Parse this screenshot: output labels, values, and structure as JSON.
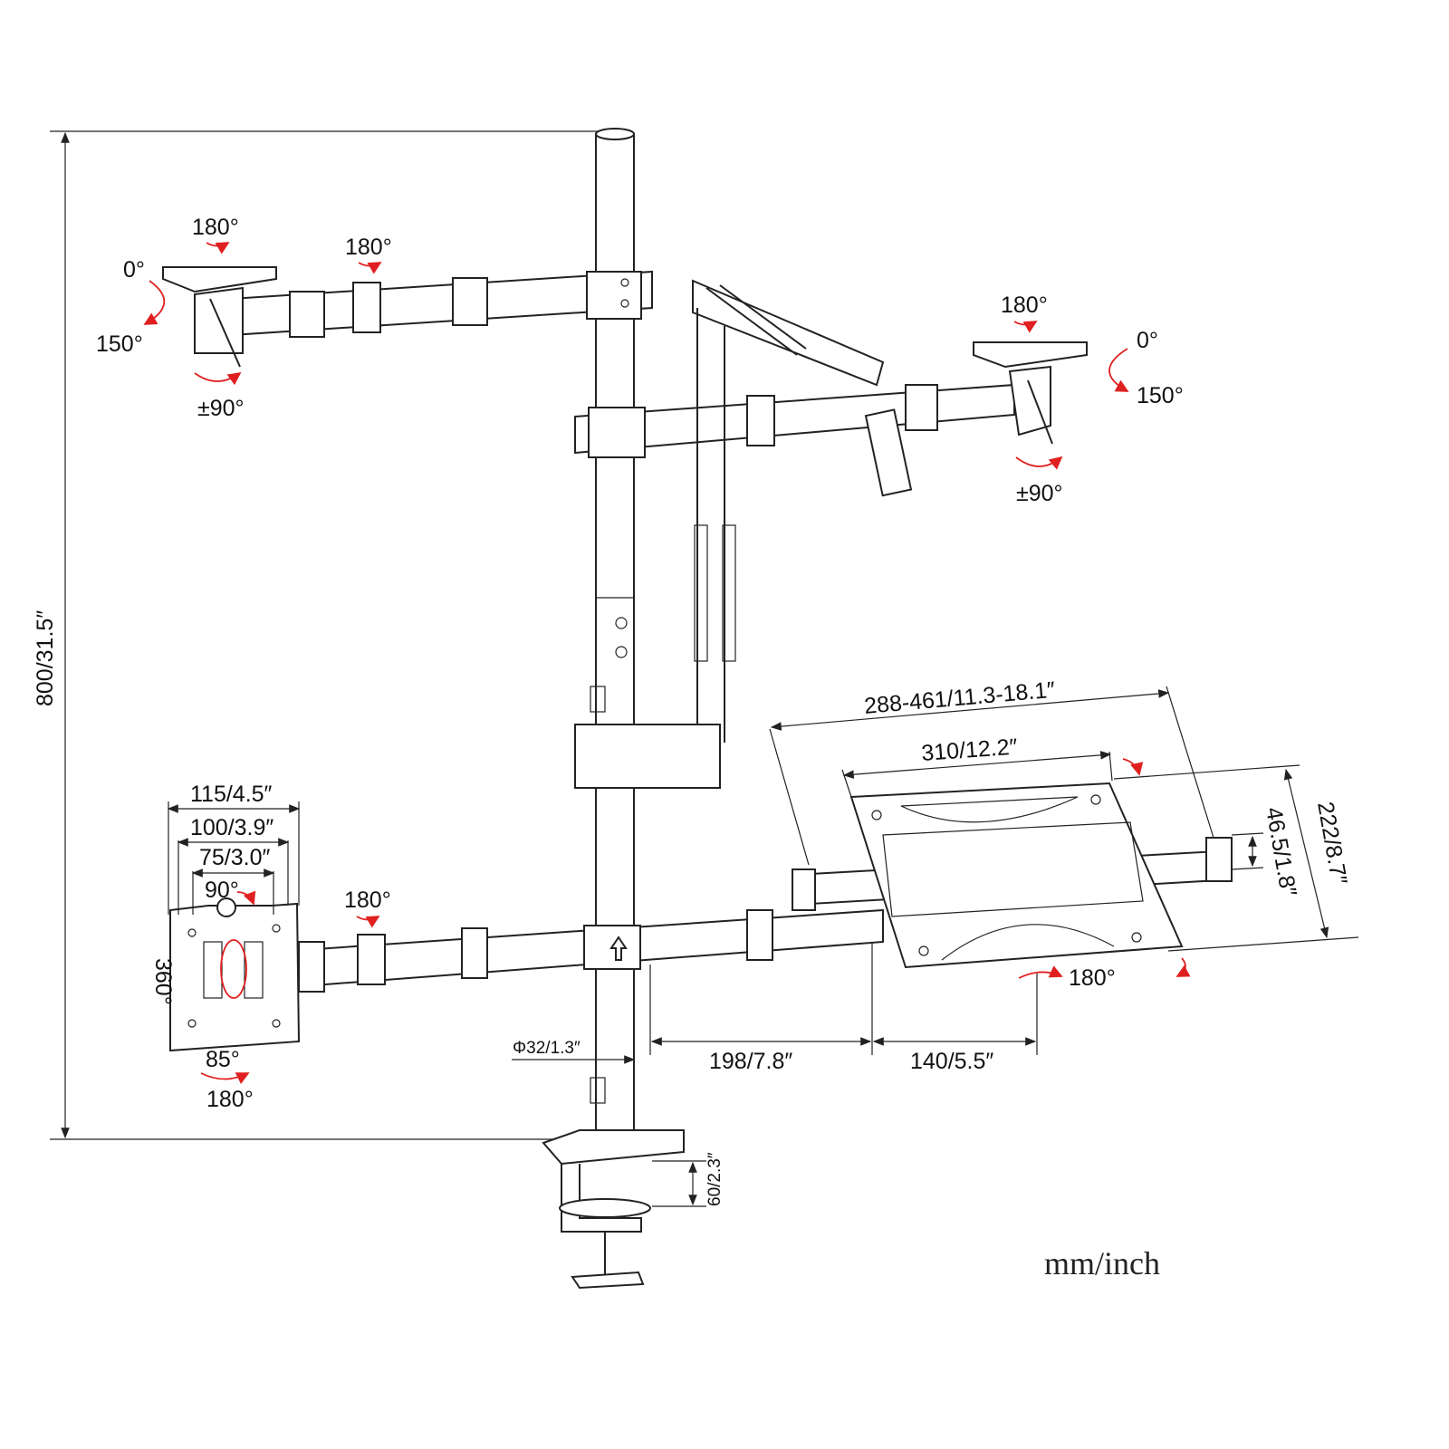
{
  "dimensions": {
    "total_height": "800/31.5″",
    "pole_diameter": "Φ32/1.3″",
    "clamp_thickness": "60/2.3″",
    "arm_reach_1": "198/7.8″",
    "arm_reach_2": "140/5.5″",
    "tray_extension": "288-461/11.3-18.1″",
    "tray_width": "310/12.2″",
    "tray_depth": "222/8.7″",
    "tray_hook": "46.5/1.8″"
  },
  "top_left_monitor": {
    "swivel": "180°",
    "tilt_up": "0°",
    "tilt_down": "150°",
    "rotate": "±90°",
    "arm_swivel": "180°"
  },
  "top_right_monitor": {
    "swivel": "180°",
    "tilt_up": "0°",
    "tilt_down": "150°",
    "rotate": "±90°"
  },
  "vesa_plate": {
    "w115": "115/4.5″",
    "w100": "100/3.9″",
    "w75": "75/3.0″",
    "tilt": "90°",
    "rotation": "360°",
    "tilt_down": "85°",
    "swivel": "180°",
    "arm_swivel": "180°"
  },
  "laptop_tray": {
    "swivel": "180°"
  },
  "units": "mm/inch",
  "colors": {
    "line": "#222222",
    "rotation_arrow": "#e02020"
  }
}
